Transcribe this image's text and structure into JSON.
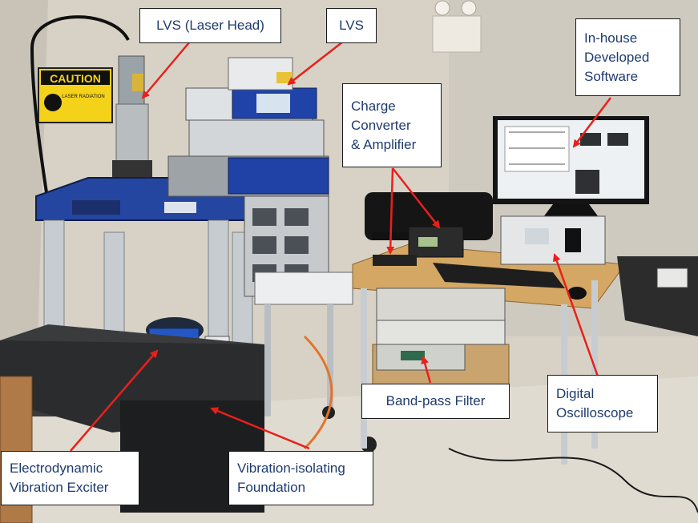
{
  "colors": {
    "label_text": "#1f3b6e",
    "label_border": "#1a1a1a",
    "arrow": "#e8201c"
  },
  "labels": {
    "lvs_laser_head": "LVS (Laser Head)",
    "lvs": "LVS",
    "inhouse_software": "In-house\nDeveloped\nSoftware",
    "charge_converter": "Charge\nConverter\n& Amplifier",
    "bandpass_filter": "Band-pass Filter",
    "digital_oscilloscope": "Digital\nOscilloscope",
    "electrodynamic_exciter": "Electrodynamic\nVibration Exciter",
    "vibration_foundation": "Vibration-isolating\nFoundation"
  },
  "photo": {
    "caution_sign": "CAUTION",
    "caution_subtext": "LASER RADIATION"
  }
}
